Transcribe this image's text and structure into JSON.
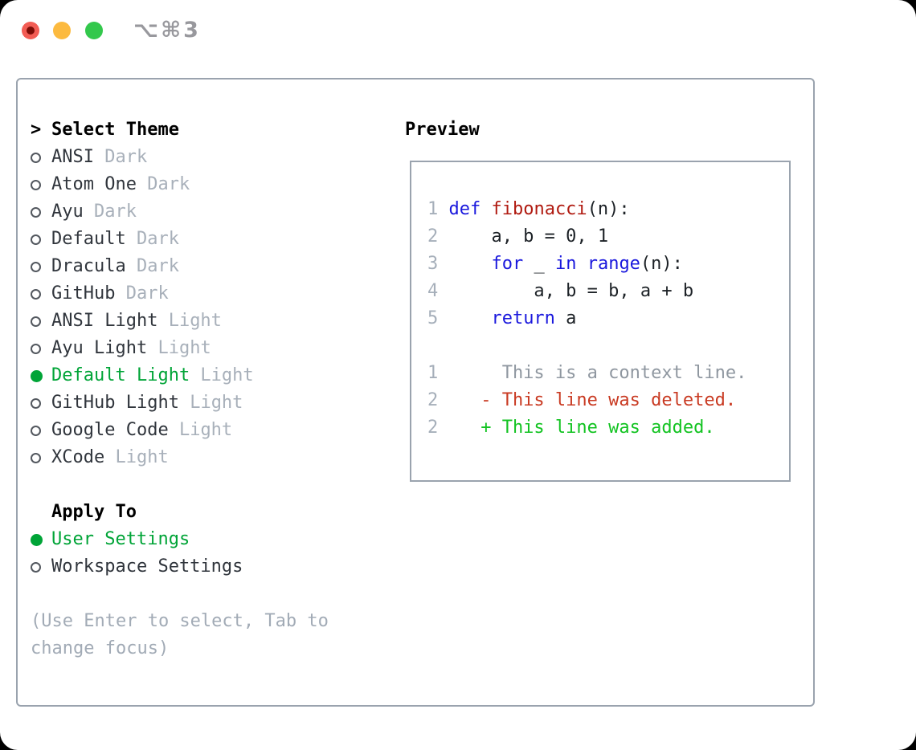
{
  "window": {
    "shortcut_label": "⌥⌘3",
    "traffic_lights": [
      "close",
      "minimize",
      "zoom"
    ]
  },
  "colors": {
    "accent_green": "#00a437",
    "keyword_blue": "#1a18dd",
    "function_red": "#b01a10",
    "diff_deleted": "#c93a22",
    "diff_added": "#12c321",
    "muted_gray": "#a8b0ba",
    "border_gray": "#9aa3ae"
  },
  "theme_panel": {
    "header_prompt": ">",
    "header": "Select Theme",
    "items": [
      {
        "label": "ANSI",
        "variant": "Dark",
        "selected": false
      },
      {
        "label": "Atom One",
        "variant": "Dark",
        "selected": false
      },
      {
        "label": "Ayu",
        "variant": "Dark",
        "selected": false
      },
      {
        "label": "Default",
        "variant": "Dark",
        "selected": false
      },
      {
        "label": "Dracula",
        "variant": "Dark",
        "selected": false
      },
      {
        "label": "GitHub",
        "variant": "Dark",
        "selected": false
      },
      {
        "label": "ANSI Light",
        "variant": "Light",
        "selected": false
      },
      {
        "label": "Ayu Light",
        "variant": "Light",
        "selected": false
      },
      {
        "label": "Default Light",
        "variant": "Light",
        "selected": true
      },
      {
        "label": "GitHub Light",
        "variant": "Light",
        "selected": false
      },
      {
        "label": "Google Code",
        "variant": "Light",
        "selected": false
      },
      {
        "label": "XCode",
        "variant": "Light",
        "selected": false
      }
    ],
    "apply_to": {
      "header": "Apply To",
      "options": [
        {
          "label": "User Settings",
          "selected": true
        },
        {
          "label": "Workspace Settings",
          "selected": false
        }
      ]
    },
    "help_lines": [
      "(Use Enter to select, Tab to",
      "change focus)"
    ]
  },
  "preview": {
    "title": "Preview",
    "code_lines": [
      {
        "num": "1",
        "segments": [
          {
            "t": "def",
            "c": "kw"
          },
          {
            "t": " ",
            "c": "plain"
          },
          {
            "t": "fibonacci",
            "c": "fn"
          },
          {
            "t": "(n):",
            "c": "plain"
          }
        ]
      },
      {
        "num": "2",
        "segments": [
          {
            "t": "    a, b = 0, 1",
            "c": "plain"
          }
        ]
      },
      {
        "num": "3",
        "segments": [
          {
            "t": "    ",
            "c": "plain"
          },
          {
            "t": "for",
            "c": "kw"
          },
          {
            "t": " _ ",
            "c": "plain"
          },
          {
            "t": "in",
            "c": "kw"
          },
          {
            "t": " ",
            "c": "plain"
          },
          {
            "t": "range",
            "c": "kw"
          },
          {
            "t": "(n):",
            "c": "plain"
          }
        ]
      },
      {
        "num": "4",
        "segments": [
          {
            "t": "        a, b = b, a + b",
            "c": "plain"
          }
        ]
      },
      {
        "num": "5",
        "segments": [
          {
            "t": "    ",
            "c": "plain"
          },
          {
            "t": "return",
            "c": "kw"
          },
          {
            "t": " a",
            "c": "plain"
          }
        ]
      },
      {
        "num": "",
        "segments": []
      },
      {
        "num": "1",
        "segments": [
          {
            "t": "     This is a context line.",
            "c": "ctx"
          }
        ]
      },
      {
        "num": "2",
        "segments": [
          {
            "t": "   - This line was deleted.",
            "c": "del"
          }
        ]
      },
      {
        "num": "2",
        "segments": [
          {
            "t": "   + This line was added.",
            "c": "add"
          }
        ]
      }
    ]
  }
}
